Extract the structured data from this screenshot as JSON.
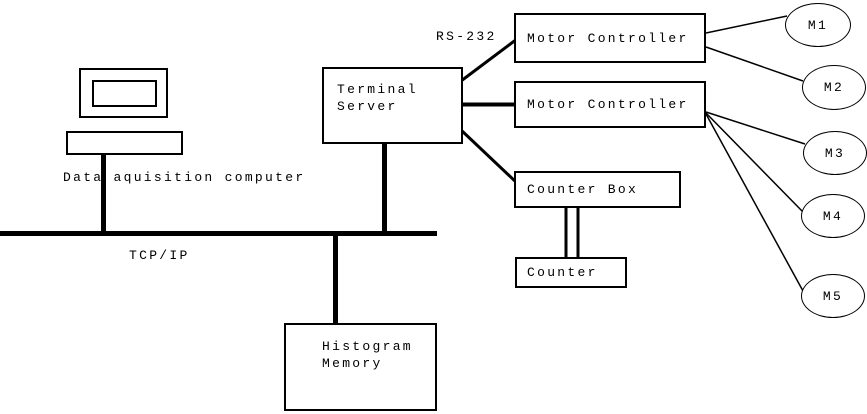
{
  "diagram": {
    "computer": {
      "label": "Data aquisition computer"
    },
    "bus": {
      "label": "TCP/IP"
    },
    "serial": {
      "label": "RS-232"
    },
    "terminal_server": {
      "lines": [
        "Terminal",
        "Server"
      ]
    },
    "motor_controller_1": {
      "label": "Motor Controller"
    },
    "motor_controller_2": {
      "label": "Motor Controller"
    },
    "counter_box": {
      "label": "Counter Box"
    },
    "counter": {
      "label": "Counter"
    },
    "histogram_memory": {
      "lines": [
        "Histogram",
        "Memory"
      ]
    },
    "motors": [
      {
        "label": "M1"
      },
      {
        "label": "M2"
      },
      {
        "label": "M3"
      },
      {
        "label": "M4"
      },
      {
        "label": "M5"
      }
    ]
  },
  "colors": {
    "ink": "#000000",
    "background": "#ffffff"
  }
}
